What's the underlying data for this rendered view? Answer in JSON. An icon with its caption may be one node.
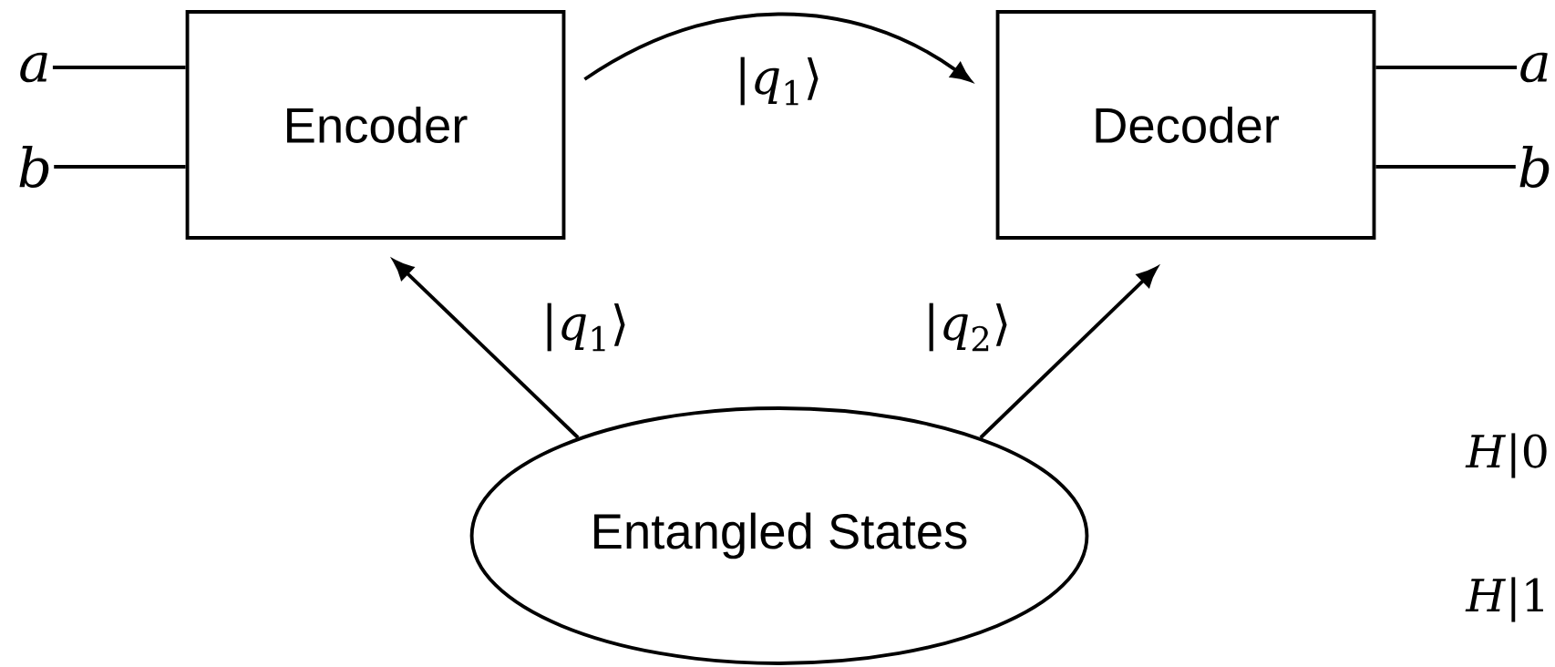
{
  "diagram": {
    "nodes": [
      {
        "text": [
          "*a*"
        ]
      },
      {
        "text": [
          "*b*"
        ]
      },
      {
        "text": [
          "Encoder"
        ]
      },
      {
        "text": [
          "Decoder"
        ]
      },
      {
        "text": [
          "*a*"
        ]
      },
      {
        "text": [
          "*b*"
        ]
      },
      {
        "text": [
          "Entangled States"
        ]
      }
    ],
    "edges": [
      {
        "from": 0,
        "to": 2,
        "arrow": "none"
      },
      {
        "from": 1,
        "to": 2,
        "arrow": "none"
      },
      {
        "from": 2,
        "to": 3,
        "arrow": "to",
        "label": "|*q*$_{1}$⟩"
      },
      {
        "from": 6,
        "to": 2,
        "arrow": "to",
        "label": "|*q*$_{1}$⟩"
      },
      {
        "from": 6,
        "to": 3,
        "arrow": "to",
        "label": "|*q*$_{2}$⟩"
      },
      {
        "from": 3,
        "to": 4,
        "arrow": "none"
      },
      {
        "from": 3,
        "to": 5,
        "arrow": "none"
      }
    ],
    "labels": [
      "*H*|0",
      "*H*|1"
    ]
  }
}
